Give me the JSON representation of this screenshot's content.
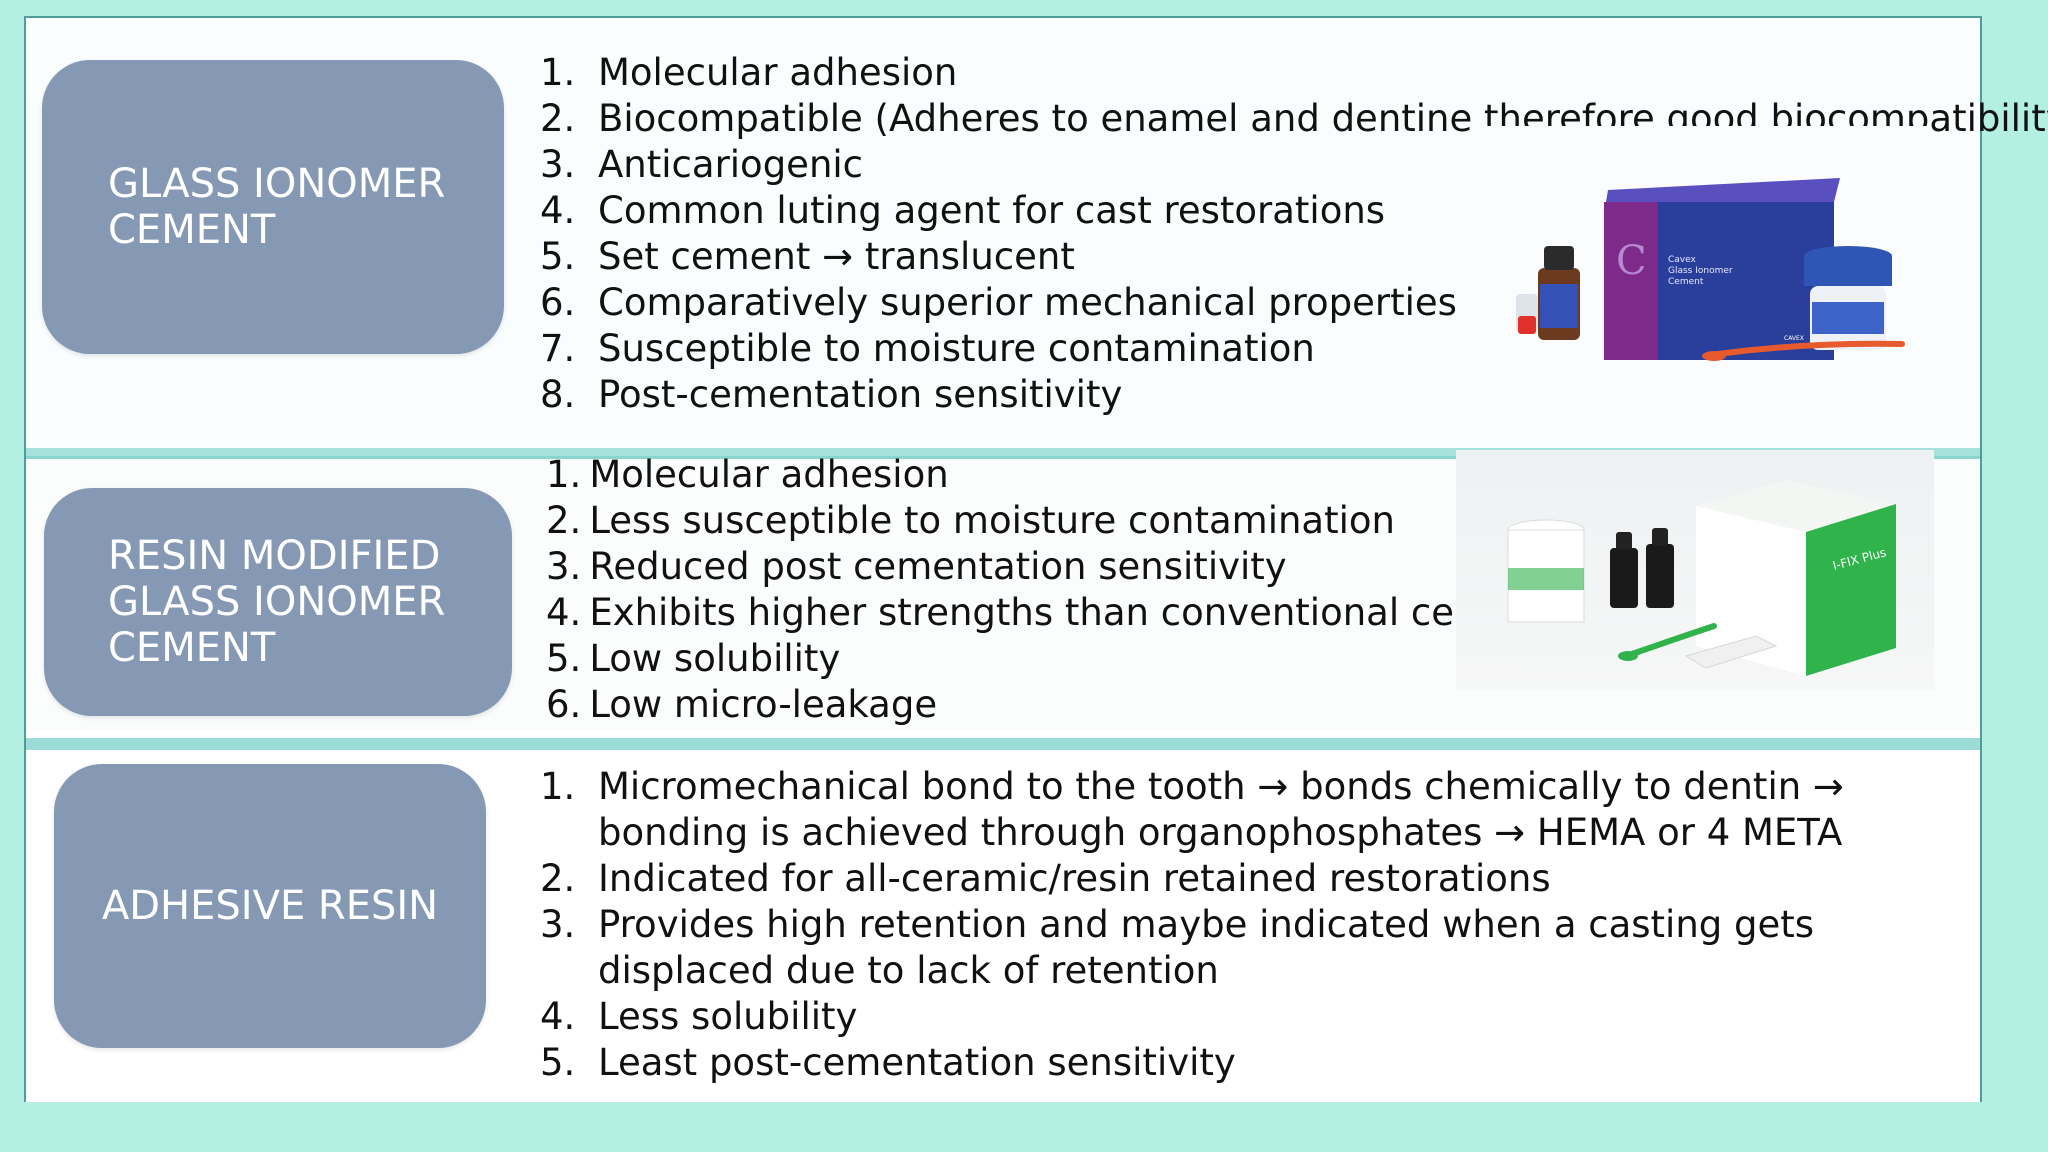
{
  "sections": [
    {
      "title": "GLASS IONOMER\nCEMENT",
      "items": [
        "Molecular adhesion",
        "Biocompatible (Adheres to enamel and dentine therefore good biocompatibility)",
        "Anticariogenic",
        "Common luting agent for cast restorations",
        "Set cement → translucent",
        "Comparatively superior mechanical properties",
        "Susceptible to moisture contamination",
        "Post-cementation sensitivity"
      ],
      "image_label": "Cavex\nGlass Ionomer\nCement",
      "brand": "CAVEX",
      "box_letter": "C"
    },
    {
      "title": "RESIN MODIFIED\nGLASS IONOMER\nCEMENT",
      "items": [
        "Molecular adhesion",
        "Less susceptible to moisture contamination",
        "Reduced post cementation sensitivity",
        "Exhibits higher strengths than conventional cements",
        "Low solubility",
        "Low micro-leakage"
      ],
      "image_label": "I-FIX Plus"
    },
    {
      "title": "ADHESIVE RESIN",
      "items": [
        [
          "Micromechanical bond to the tooth → bonds chemically to dentin →",
          "bonding is achieved through organophosphates → HEMA or 4 META"
        ],
        [
          "Indicated for all-ceramic/resin retained restorations"
        ],
        [
          "Provides high retention and maybe indicated when a casting gets",
          "displaced due to lack of retention"
        ],
        [
          "Less solubility"
        ],
        [
          "Least post-cementation sensitivity"
        ]
      ]
    }
  ],
  "colors": {
    "background": "#b3efe2",
    "pill": "#8599b4",
    "box_blue": "#2a3f9b",
    "box_purple": "#7d2a8b",
    "green_box": "#2fb34a",
    "spatula_orange": "#e65a2d"
  },
  "numbers": {
    "s1": [
      "1.",
      "2.",
      "3.",
      "4.",
      "5.",
      "6.",
      "7.",
      "8."
    ],
    "s2": [
      "1.",
      "2.",
      "3.",
      "4.",
      "5.",
      "6."
    ],
    "s3": [
      "1.",
      "2.",
      "3.",
      "4.",
      "5."
    ]
  }
}
